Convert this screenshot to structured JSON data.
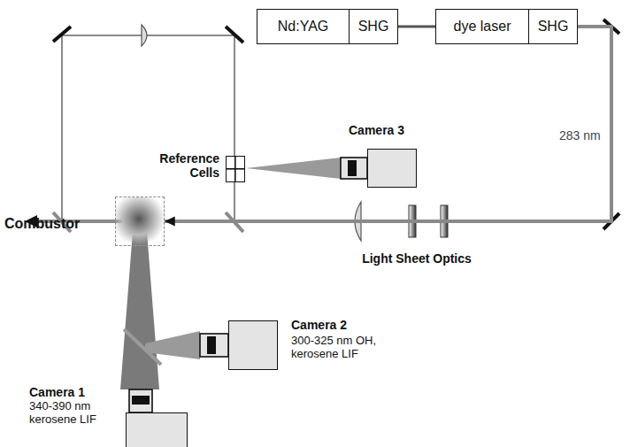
{
  "diagram": {
    "nodes": [
      {
        "text": [
          "Nd:YAG"
        ]
      },
      {
        "text": [
          "SHG"
        ]
      },
      {
        "text": [
          "dye laser"
        ]
      },
      {
        "text": [
          "SHG"
        ]
      },
      {
        "text": [
          "Reference Cells"
        ]
      },
      {
        "text": [
          "Camera 3"
        ]
      },
      {
        "text": [
          "Camera 2",
          "300-325 nm OH, kerosene LIF"
        ]
      },
      {
        "text": [
          "Camera 1",
          "340-390 nm kerosene LIF"
        ]
      },
      {
        "text": [
          "Combustor"
        ]
      }
    ],
    "edges": [
      {
        "from": 1,
        "to": 2,
        "arrow": "none"
      },
      {
        "from": 3,
        "to": 8,
        "arrow": "to"
      }
    ],
    "labels": [
      "283 nm",
      "Light Sheet Optics"
    ]
  }
}
